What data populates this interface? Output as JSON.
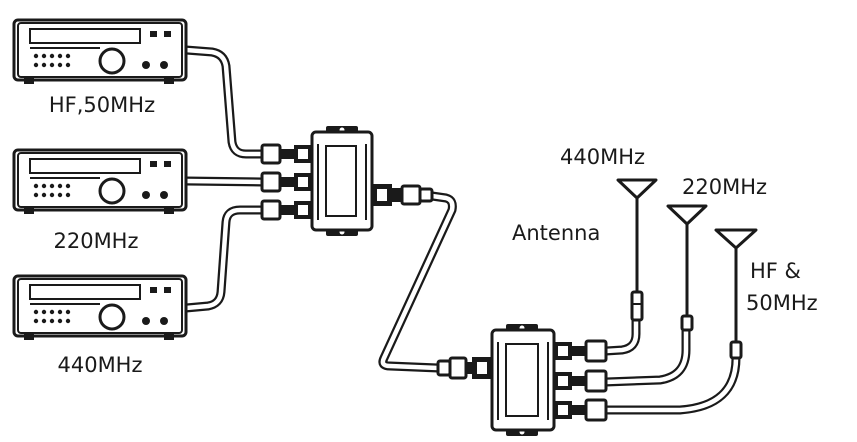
{
  "radios": {
    "top": "HF,50MHz",
    "middle": "220MHz",
    "bottom": "440MHz"
  },
  "antennas": {
    "group_label": "Antenna",
    "a440": "440MHz",
    "a220": "220MHz",
    "hf_line1": "HF &",
    "hf_line2": "50MHz"
  },
  "icons": [
    "radio-transceiver-icon",
    "triplexer-icon",
    "antenna-icon",
    "coax-connector-icon"
  ]
}
